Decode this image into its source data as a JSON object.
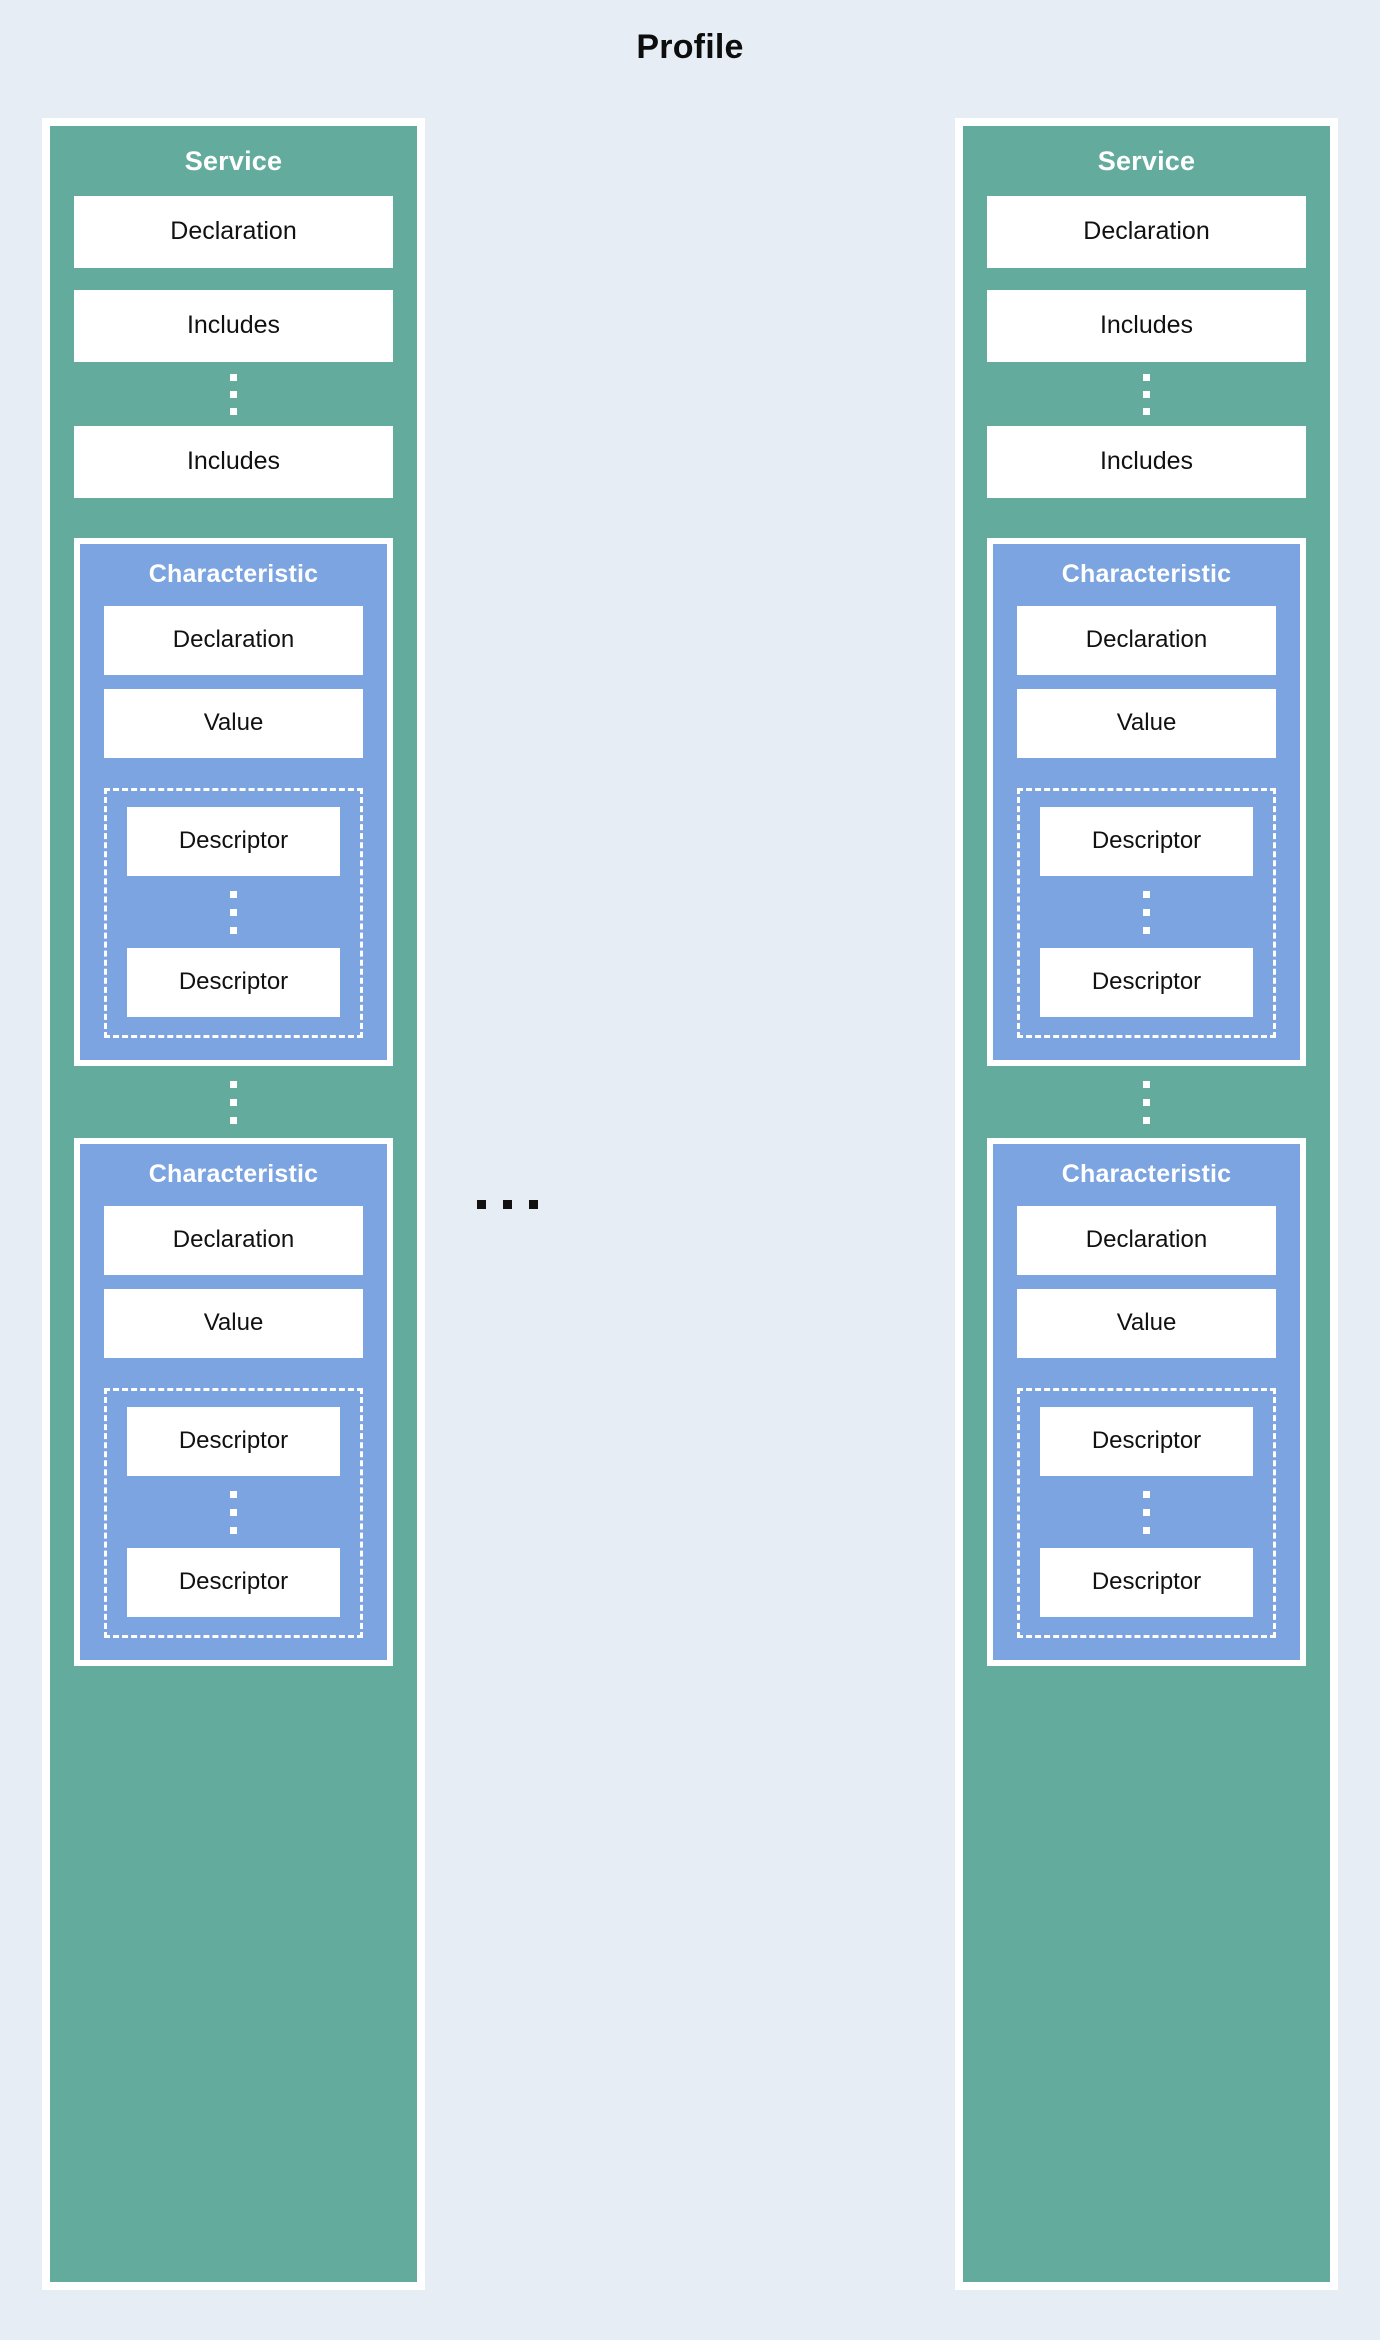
{
  "title": "Profile",
  "colors": {
    "background": "#e7edf5",
    "service_fill": "#63ac9d",
    "characteristic_fill": "#7ba4e0",
    "card_fill": "#ffffff",
    "border": "#ffffff",
    "text_dark": "#111111",
    "text_light": "#ffffff",
    "dots_dark": "#111111"
  },
  "labels": {
    "service": "Service",
    "characteristic": "Characteristic",
    "declaration": "Declaration",
    "includes": "Includes",
    "value": "Value",
    "descriptor": "Descriptor"
  },
  "services": [
    {
      "title": "Service",
      "items": [
        {
          "label": "Declaration"
        },
        {
          "label": "Includes"
        }
      ],
      "ellipsis_after_includes": true,
      "last_item": {
        "label": "Includes"
      },
      "characteristics": [
        {
          "title": "Characteristic",
          "items": [
            {
              "label": "Declaration"
            },
            {
              "label": "Value"
            }
          ],
          "descriptors": [
            {
              "label": "Descriptor"
            },
            {
              "label": "Descriptor"
            }
          ]
        },
        {
          "title": "Characteristic",
          "items": [
            {
              "label": "Declaration"
            },
            {
              "label": "Value"
            }
          ],
          "descriptors": [
            {
              "label": "Descriptor"
            },
            {
              "label": "Descriptor"
            }
          ]
        }
      ]
    },
    {
      "title": "Service",
      "items": [
        {
          "label": "Declaration"
        },
        {
          "label": "Includes"
        }
      ],
      "ellipsis_after_includes": true,
      "last_item": {
        "label": "Includes"
      },
      "characteristics": [
        {
          "title": "Characteristic",
          "items": [
            {
              "label": "Declaration"
            },
            {
              "label": "Value"
            }
          ],
          "descriptors": [
            {
              "label": "Descriptor"
            },
            {
              "label": "Descriptor"
            }
          ]
        },
        {
          "title": "Characteristic",
          "items": [
            {
              "label": "Declaration"
            },
            {
              "label": "Value"
            }
          ],
          "descriptors": [
            {
              "label": "Descriptor"
            },
            {
              "label": "Descriptor"
            }
          ]
        }
      ]
    }
  ],
  "middle_ellipsis": {
    "name": "horizontal-ellipsis",
    "dot_count": 3
  }
}
